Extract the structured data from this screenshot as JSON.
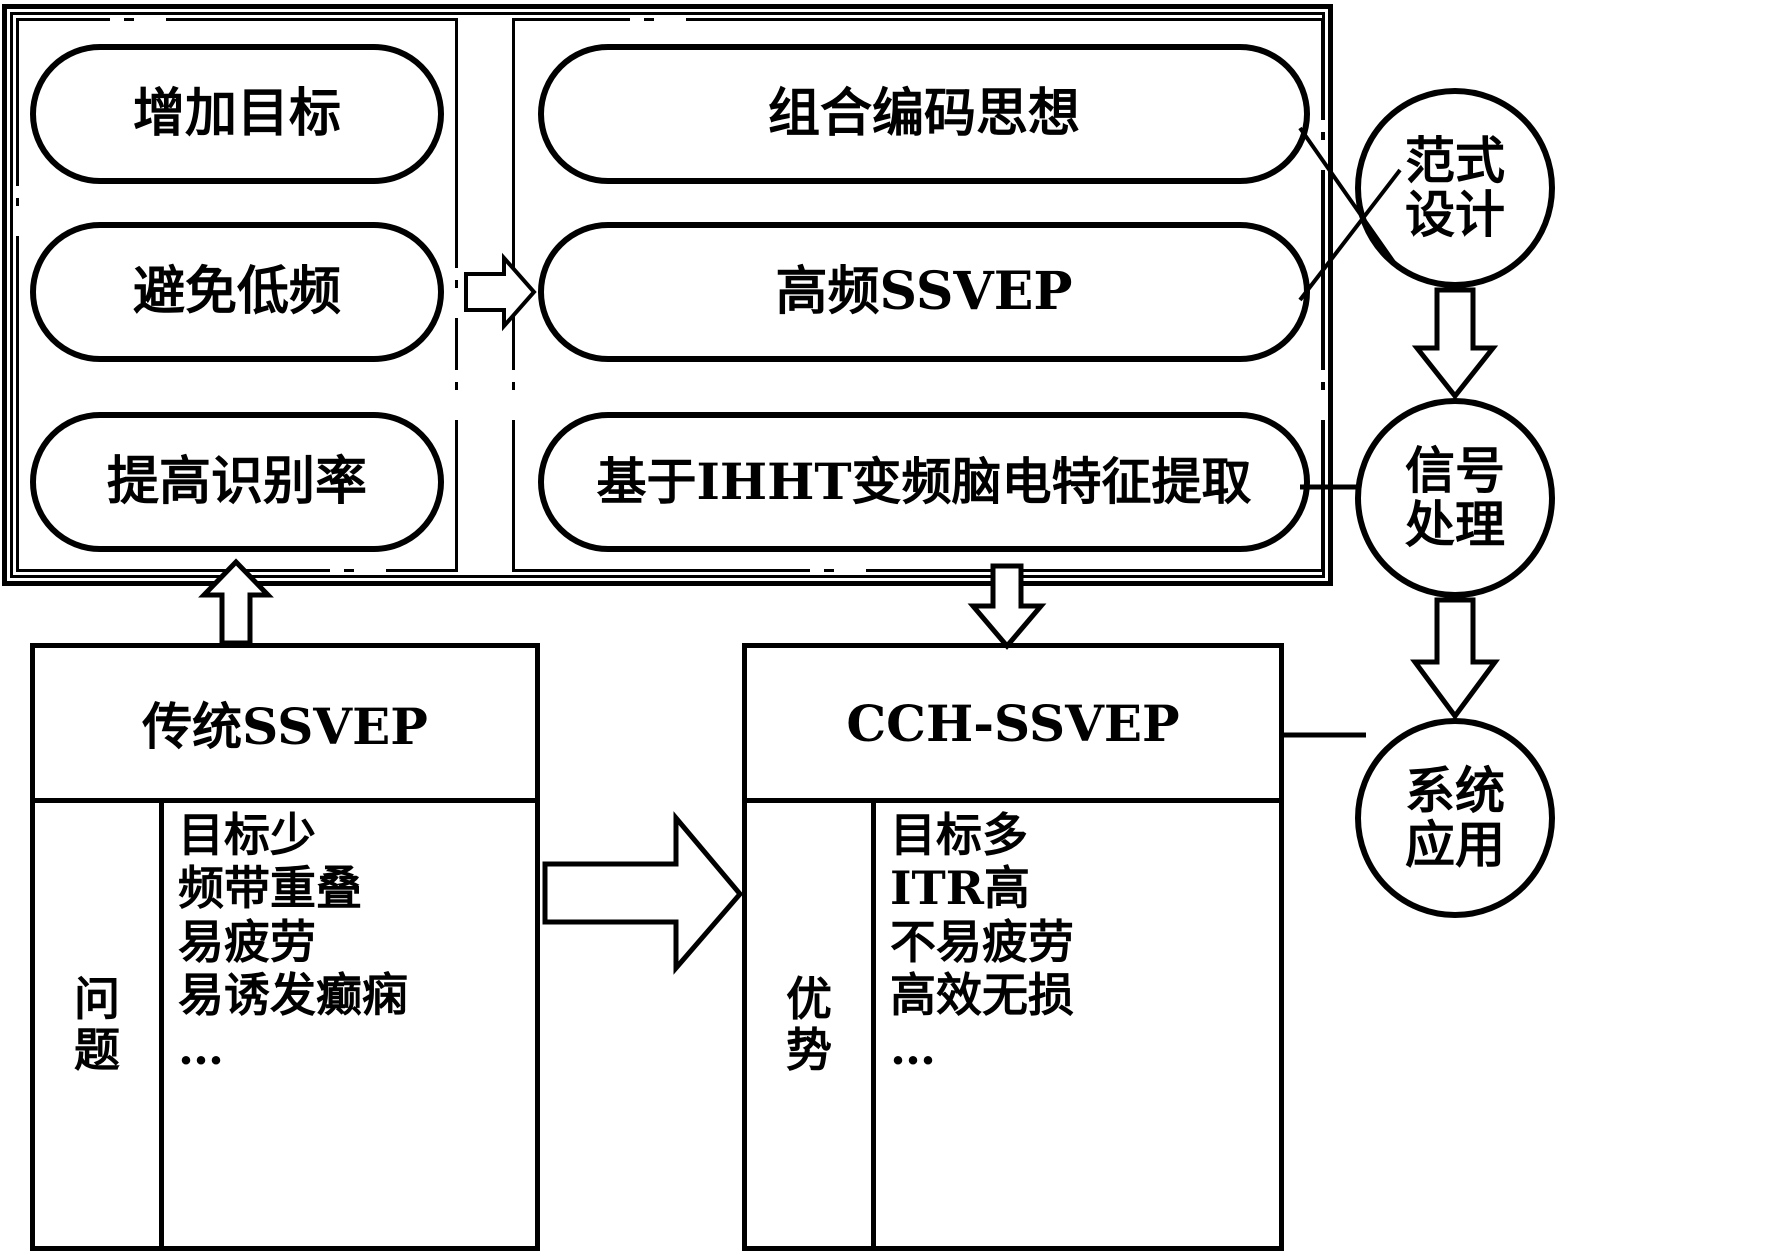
{
  "diagram": {
    "title_present": false,
    "upper_frame": {
      "left_panel": {
        "name": "requirements-panel",
        "items": [
          {
            "label": "增加目标"
          },
          {
            "label": "避免低频"
          },
          {
            "label": "提高识别率"
          }
        ]
      },
      "right_panel": {
        "name": "methods-panel",
        "items": [
          {
            "label": "组合编码思想"
          },
          {
            "label": "高频SSVEP"
          },
          {
            "label": "基于IHHT变频脑电特征提取"
          }
        ]
      },
      "connector_arrow": "hollow-right-arrow"
    },
    "stages": [
      {
        "label": "范式\n设计",
        "line1": "范式",
        "line2": "设计"
      },
      {
        "label": "信号\n处理",
        "line1": "信号",
        "line2": "处理"
      },
      {
        "label": "系统\n应用",
        "line1": "系统",
        "line2": "应用"
      }
    ],
    "comparison": {
      "before": {
        "title": "传统SSVEP",
        "aspect_label_line1": "问",
        "aspect_label_line2": "题",
        "items": [
          "目标少",
          "频带重叠",
          "易疲劳",
          "易诱发癫痫",
          "…"
        ]
      },
      "after": {
        "title": "CCH-SSVEP",
        "aspect_label_line1": "优",
        "aspect_label_line2": "势",
        "items": [
          "目标多",
          "ITR高",
          "不易疲劳",
          "高效无损",
          "…"
        ]
      },
      "transition_arrow": "hollow-right-arrow"
    },
    "arrows": {
      "up_to_frame": "hollow-up-arrow",
      "down_to_cch": "hollow-down-arrow",
      "stage1_to_stage2": "hollow-down-arrow",
      "stage2_to_stage3": "hollow-down-arrow"
    },
    "colors": {
      "stroke": "#000000",
      "fill": "#ffffff"
    }
  }
}
